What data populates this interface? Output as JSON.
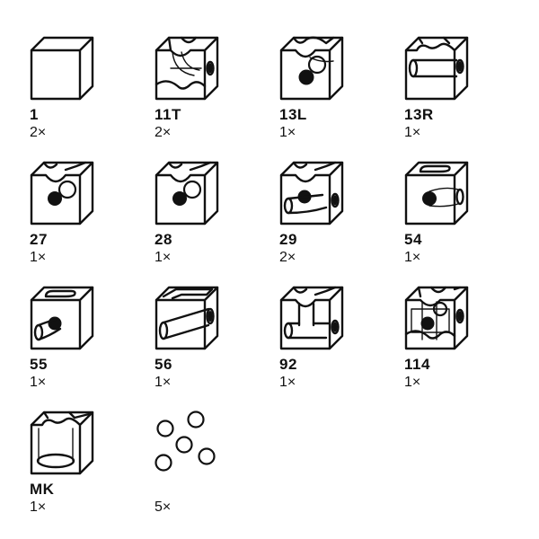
{
  "pieces": [
    {
      "code": "1",
      "qty": "2×",
      "kind": "plain-cube"
    },
    {
      "code": "11T",
      "qty": "2×",
      "kind": "cross-tunnel-cube"
    },
    {
      "code": "13L",
      "qty": "1×",
      "kind": "left-turn-cube"
    },
    {
      "code": "13R",
      "qty": "1×",
      "kind": "right-tube-cube"
    },
    {
      "code": "27",
      "qty": "1×",
      "kind": "drop-ball-cube"
    },
    {
      "code": "28",
      "qty": "1×",
      "kind": "drop-ball-cube"
    },
    {
      "code": "29",
      "qty": "2×",
      "kind": "drop-tube-cube"
    },
    {
      "code": "54",
      "qty": "1×",
      "kind": "slot-ball-cube"
    },
    {
      "code": "55",
      "qty": "1×",
      "kind": "slot-tube-cube"
    },
    {
      "code": "56",
      "qty": "1×",
      "kind": "long-tube-cube"
    },
    {
      "code": "92",
      "qty": "1×",
      "kind": "vertical-tube-cube"
    },
    {
      "code": "114",
      "qty": "1×",
      "kind": "complex-cube"
    },
    {
      "code": "MK",
      "qty": "1×",
      "kind": "bowl-cube"
    },
    {
      "code": "",
      "qty": "5×",
      "kind": "marbles"
    }
  ]
}
